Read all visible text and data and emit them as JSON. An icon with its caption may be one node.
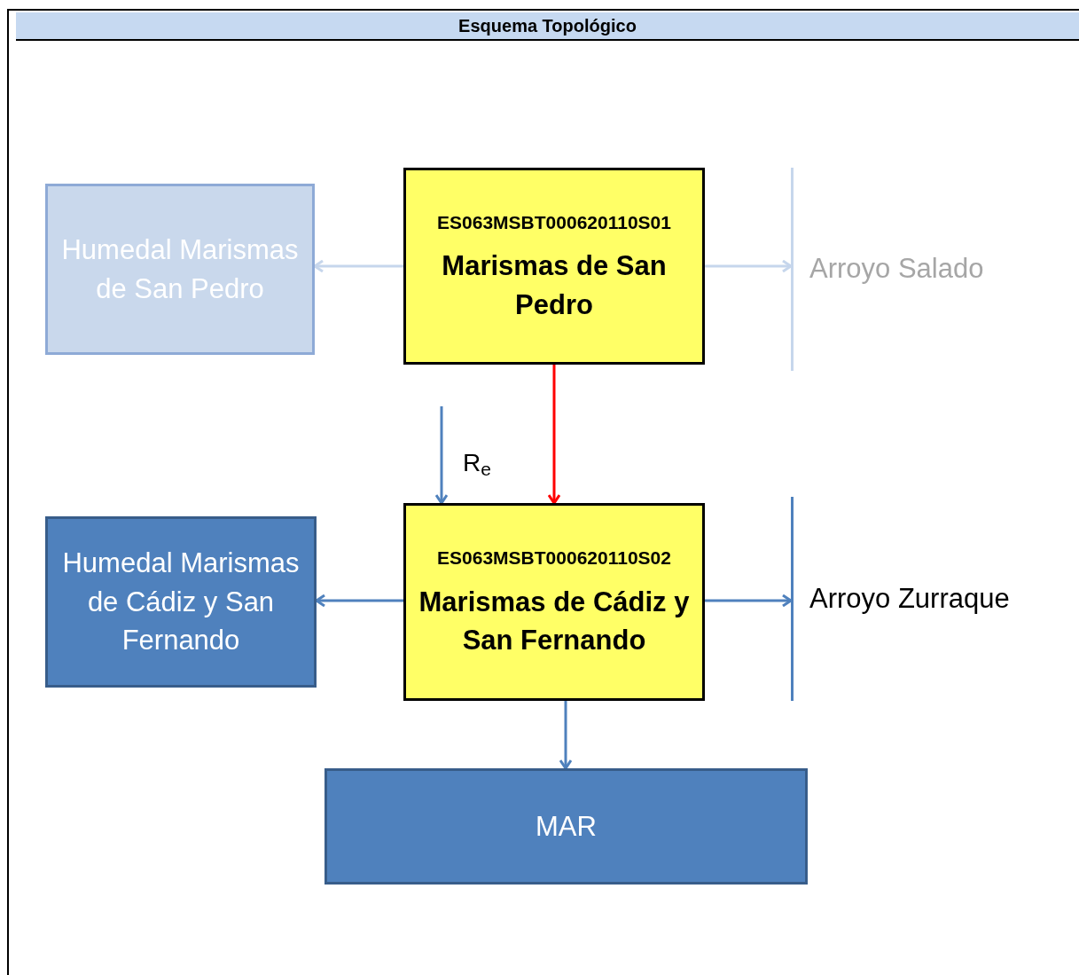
{
  "diagram": {
    "title": "Esquema Topológico",
    "nodes": [
      {
        "text": [
          "Humedal Marismas de San Pedro"
        ]
      },
      {
        "text": [
          "ES063MSBT000620110S01",
          "Marismas de San Pedro"
        ]
      },
      {
        "text": [
          "Arroyo Salado"
        ]
      },
      {
        "text": [
          "Humedal Marismas de Cádiz y San Fernando"
        ]
      },
      {
        "text": [
          "ES063MSBT000620110S02",
          "Marismas de Cádiz y San Fernando"
        ]
      },
      {
        "text": [
          "Arroyo Zurraque"
        ]
      },
      {
        "text": [
          "MAR"
        ]
      }
    ],
    "edges": [
      {
        "from": 1,
        "to": 0,
        "arrow": "to",
        "color": "#c6d6ec"
      },
      {
        "from": 1,
        "to": 2,
        "arrow": "to",
        "color": "#c6d6ec"
      },
      {
        "from": 1,
        "to": 4,
        "arrow": "to",
        "color": "#ff0000"
      },
      {
        "from": null,
        "to": 4,
        "arrow": "to",
        "label": "R$_{e}$"
      },
      {
        "from": 4,
        "to": 3,
        "arrow": "to"
      },
      {
        "from": 4,
        "to": 5,
        "arrow": "to"
      },
      {
        "from": 4,
        "to": 6,
        "arrow": "to"
      }
    ]
  }
}
